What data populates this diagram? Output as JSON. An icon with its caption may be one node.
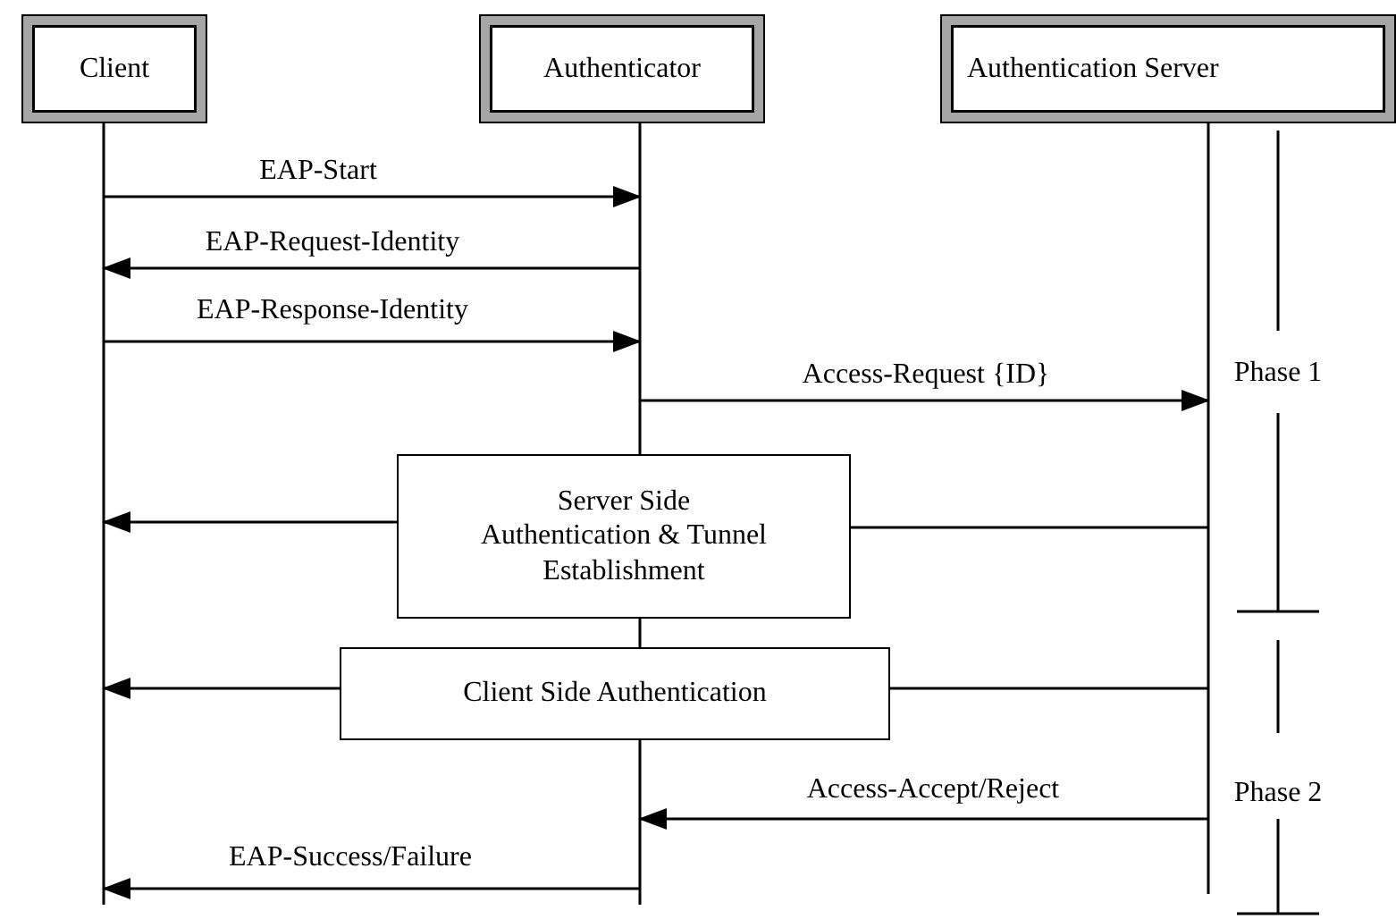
{
  "diagram": {
    "nodes": [
      {
        "text": [
          "Client"
        ]
      },
      {
        "text": [
          "Authenticator"
        ]
      },
      {
        "text": [
          "Authentication Server"
        ]
      },
      {
        "text": [
          "Server Side Authentication & Tunnel Establishment"
        ]
      },
      {
        "text": [
          "Client Side Authentication"
        ]
      }
    ],
    "edges": [
      {
        "from": 0,
        "to": 1,
        "arrow": "to",
        "label": "EAP-Start"
      },
      {
        "from": 1,
        "to": 0,
        "arrow": "to",
        "label": "EAP-Request-Identity"
      },
      {
        "from": 0,
        "to": 1,
        "arrow": "to",
        "label": "EAP-Response-Identity"
      },
      {
        "from": 1,
        "to": 2,
        "arrow": "to",
        "label": "Access-Request {ID}"
      },
      {
        "from": 3,
        "to": 0,
        "arrow": "to"
      },
      {
        "from": 2,
        "to": 3,
        "arrow": "none"
      },
      {
        "from": 4,
        "to": 0,
        "arrow": "to"
      },
      {
        "from": 2,
        "to": 4,
        "arrow": "none"
      },
      {
        "from": 2,
        "to": 1,
        "arrow": "to",
        "label": "Access-Accept/Reject"
      },
      {
        "from": 1,
        "to": 0,
        "arrow": "to",
        "label": "EAP-Success/Failure"
      }
    ],
    "labels": [
      "Phase 1",
      "Phase 2"
    ]
  }
}
